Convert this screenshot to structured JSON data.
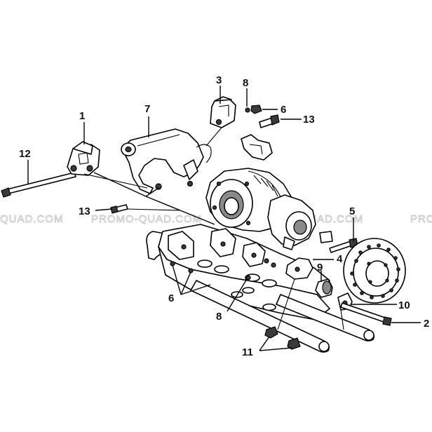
{
  "watermark": {
    "segments": [
      "QUAD.COM",
      "PROMO-QUAD.COM",
      "PROMO-QUAD.COM",
      "PRO"
    ]
  },
  "callouts": {
    "c1": "1",
    "c2": "2",
    "c3": "3",
    "c4": "4",
    "c5": "5",
    "c6_top": "6",
    "c6_bottom": "6",
    "c7": "7",
    "c8_top": "8",
    "c8_bottom": "8",
    "c9": "9",
    "c10": "10",
    "c11": "11",
    "c12": "12",
    "c13_top": "13",
    "c13_left": "13"
  }
}
